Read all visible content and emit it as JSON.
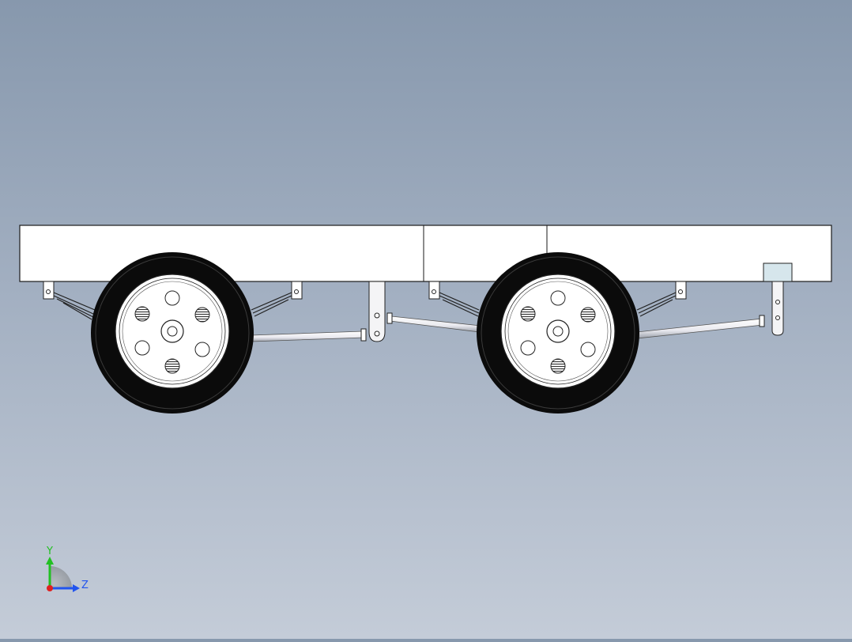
{
  "viewport": {
    "background_top": "#8798ad",
    "background_bottom": "#c4ccd8"
  },
  "model": {
    "frame_color": "#ffffff",
    "outline_color": "#1a1a1a",
    "tire_color": "#0d0d0d",
    "rim_color": "#ffffff",
    "axle_count": 2,
    "hub_bolt_holes_per_wheel": 6,
    "jack_box_color": "#d6e6ec"
  },
  "triad": {
    "y_label": "Y",
    "z_label": "Z",
    "y_color": "#22c022",
    "z_color": "#2255ee",
    "x_color": "#e02020",
    "icon": "coordinate-triad-icon"
  }
}
